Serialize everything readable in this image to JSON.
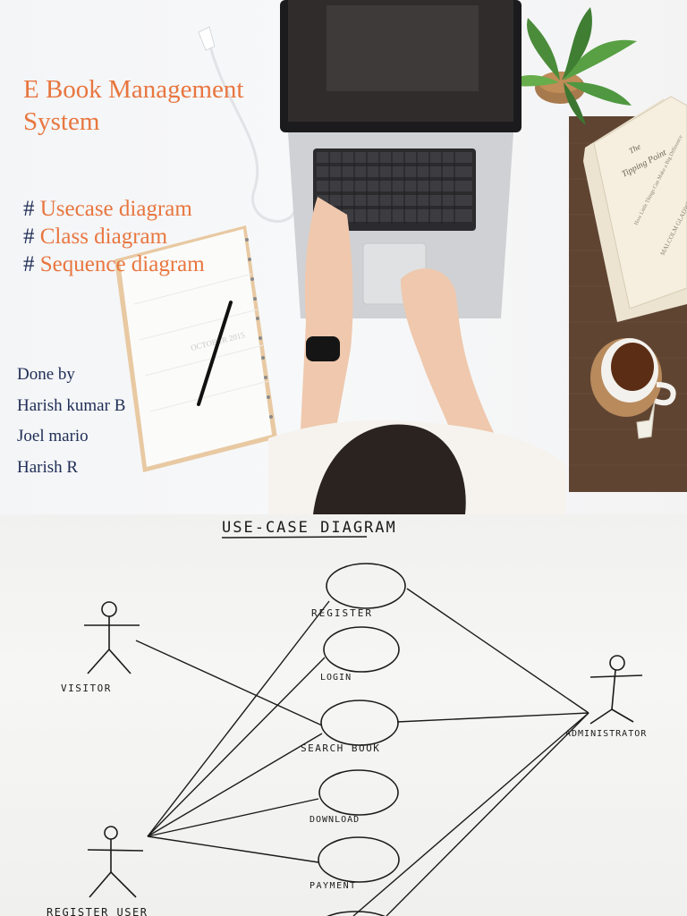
{
  "slide1": {
    "title": "E Book Management System",
    "hash_symbol": "#",
    "items": [
      "Usecase diagram",
      "Class diagram",
      "Sequence diagram"
    ],
    "credits": [
      "Done by",
      "Harish kumar B",
      "Joel mario",
      "Harish R"
    ],
    "book_cover": {
      "title_line1": "The",
      "title_line2": "Tipping Point",
      "subtitle": "How Little Things Can Make a Big Difference",
      "author": "MALCOLM GLADWELL"
    },
    "notebook_text": "OCTOBER 2015",
    "colors": {
      "title_accent": "#e8763f",
      "body_text": "#1e2d55"
    }
  },
  "slide2": {
    "heading": "USE-CASE DIAGRAM",
    "actors": [
      {
        "label": "VISITOR"
      },
      {
        "label": "REGISTER USER"
      },
      {
        "label": "ADMINISTRATOR"
      }
    ],
    "use_cases": [
      "REGISTER",
      "LOGIN",
      "SEARCH BOOK",
      "DOWNLOAD",
      "PAYMENT"
    ]
  }
}
